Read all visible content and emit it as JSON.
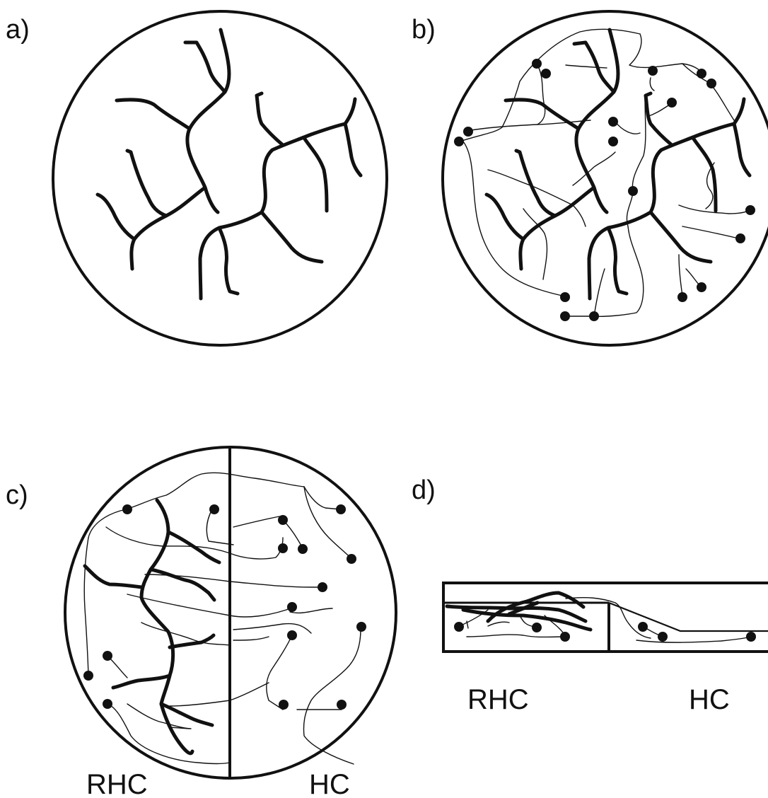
{
  "panels": {
    "a": {
      "label": "a)"
    },
    "b": {
      "label": "b)"
    },
    "c": {
      "label": "c)",
      "left_label": "RHC",
      "right_label": "HC"
    },
    "d": {
      "label": "d)",
      "left_label": "RHC",
      "right_label": "HC"
    }
  },
  "colors": {
    "ink": "#111111",
    "background": "#ffffff"
  }
}
